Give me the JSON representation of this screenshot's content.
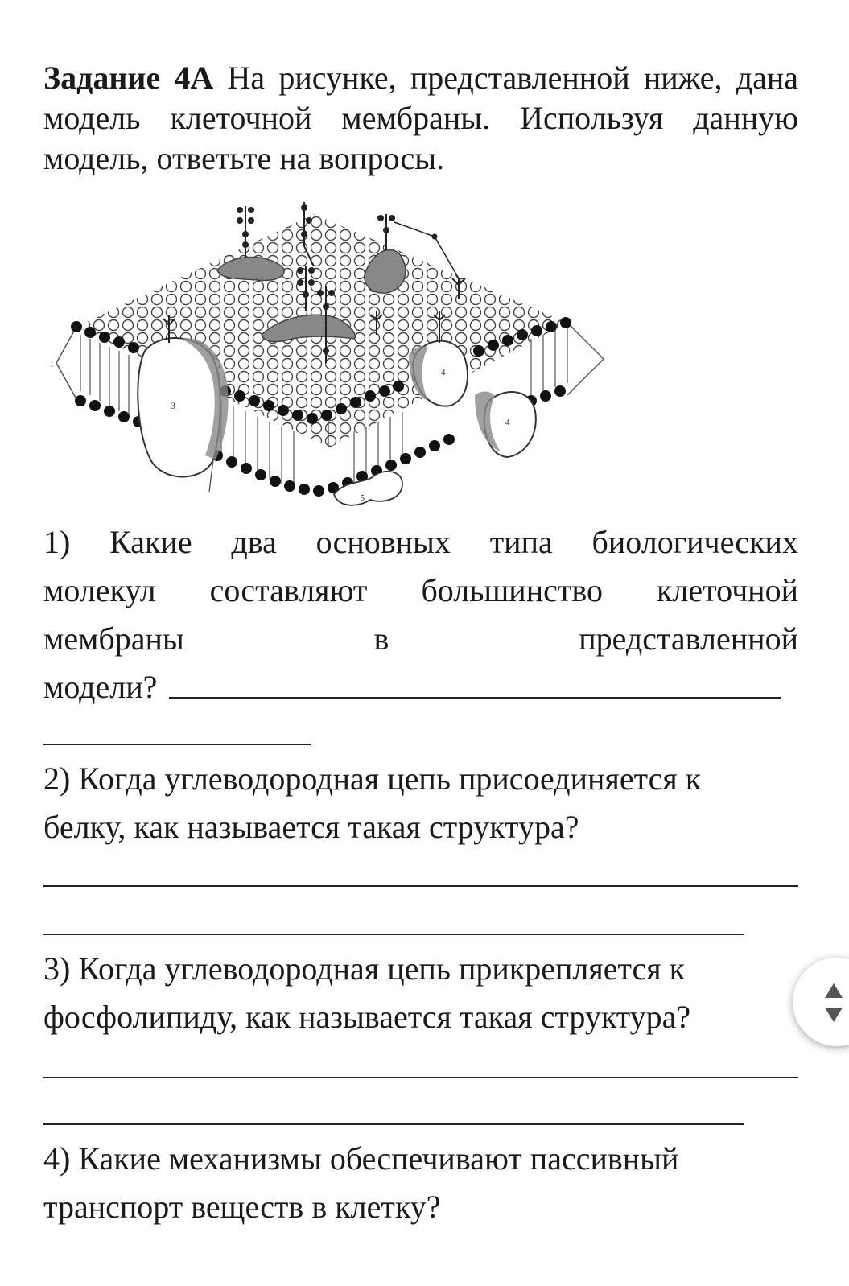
{
  "task": {
    "label": "Задание 4А",
    "text": " На рисунке, представленной  ниже, дана модель клеточной мембраны. Используя данную модель, ответьте на вопросы."
  },
  "figure": {
    "labels": [
      "1",
      "3",
      "4",
      "4",
      "5"
    ]
  },
  "questions": {
    "q1": {
      "line1": [
        "1)",
        "Какие",
        "два",
        "основных",
        "типа",
        "биологических"
      ],
      "line2": [
        "молекул",
        "составляют",
        "большинство",
        "клеточной"
      ],
      "line3": [
        "мембраны",
        "в",
        "представленной"
      ],
      "line4": "модели?"
    },
    "q2": {
      "line1": "2) Когда углеводородная цепь присоединяется к",
      "line2": "белку, как называется такая структура?"
    },
    "q3": {
      "line1": "3) Когда углеводородная цепь прикрепляется к",
      "line2": "фосфолипиду, как называется такая структура?"
    },
    "q4": {
      "line1": "4) Какие механизмы обеспечивают пассивный",
      "line2": "транспорт веществ в клетку?"
    }
  },
  "scroll_button": {
    "icon": "scroll-arrows-icon"
  }
}
